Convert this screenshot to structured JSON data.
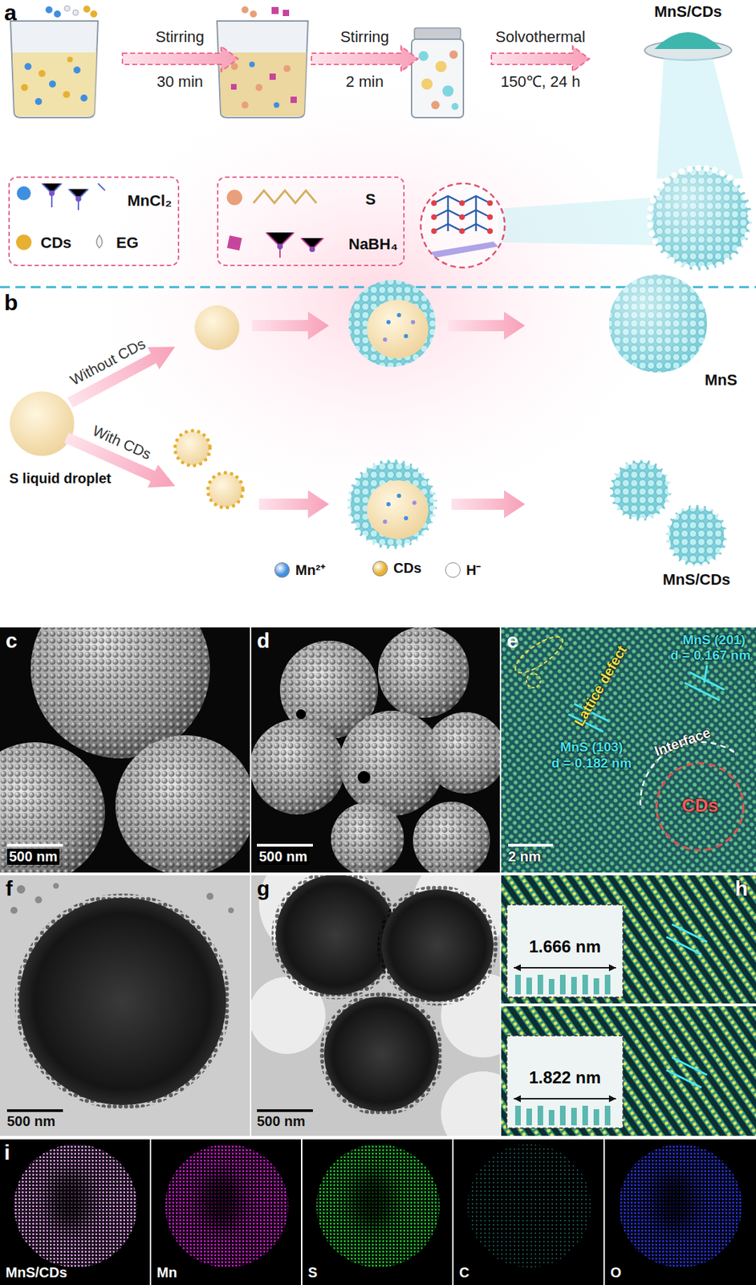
{
  "diagram": {
    "nodes": [
      {
        "text": [
          "MnCl₂",
          "CDs",
          "EG"
        ]
      },
      {
        "text": [
          "S",
          "NaBH₄"
        ]
      }
    ],
    "labels": [
      "a",
      "Stirring",
      "30 min",
      "Stirring",
      "2 min",
      "Solvothermal",
      "150℃, 24 h",
      "MnS/CDs",
      "b",
      "Without CDs",
      "With CDs",
      "S liquid droplet",
      "MnS",
      "MnS/CDs",
      "c",
      "500 nm",
      "d",
      "500 nm",
      "e",
      "MnS (201)",
      "d = 0.167 nm",
      "Lattice defect",
      "Interface",
      "MnS (103)",
      "d = 0.182 nm",
      "CDs",
      "2 nm",
      "f",
      "500 nm",
      "g",
      "500 nm",
      "h",
      "1.666 nm",
      "1.822 nm",
      "i",
      "MnS/CDs",
      "Mn",
      "S",
      "C",
      "O"
    ],
    "legend": [
      {
        "text": "Mn²⁺",
        "color": "#3f8fe0"
      },
      {
        "text": "CDs",
        "color": "#e8b030"
      },
      {
        "text": "H⁻",
        "color": "#ffffff"
      }
    ]
  }
}
